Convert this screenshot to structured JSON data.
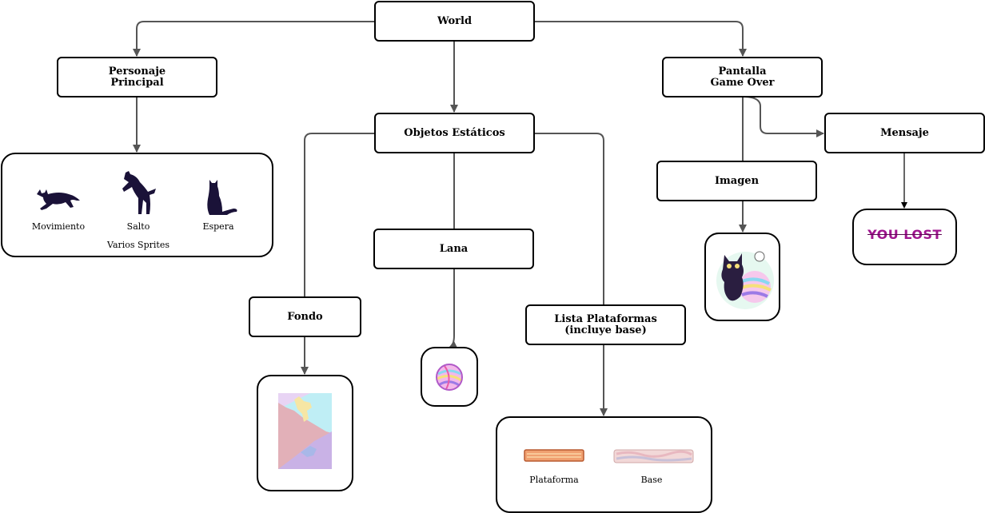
{
  "nodes": {
    "world": "World",
    "personaje": "Personaje\nPrincipal",
    "objetos": "Objetos Estáticos",
    "pantalla": "Pantalla\nGame Over",
    "mensaje": "Mensaje",
    "imagen": "Imagen",
    "lana": "Lana",
    "fondo": "Fondo",
    "lista": "Lista Plataformas\n(incluye base)"
  },
  "sprites": {
    "items": [
      {
        "label": "Movimiento",
        "icon": "cat-running-icon"
      },
      {
        "label": "Salto",
        "icon": "cat-jumping-icon"
      },
      {
        "label": "Espera",
        "icon": "cat-sitting-icon"
      }
    ],
    "caption": "Varios Sprites"
  },
  "platforms": {
    "items": [
      {
        "label": "Plataforma",
        "icon": "platform-icon"
      },
      {
        "label": "Base",
        "icon": "base-icon"
      }
    ]
  },
  "you_lost_text": "YOU LOST",
  "colors": {
    "edge": "#555555",
    "silhouette": "#1a1238",
    "you_lost": "#a0158f"
  }
}
